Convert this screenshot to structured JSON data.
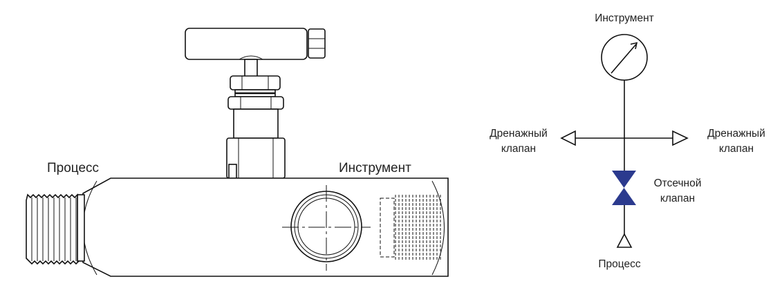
{
  "drawing": {
    "label_process": "Процесс",
    "label_instrument": "Инструмент"
  },
  "schematic": {
    "instrument": "Инструмент",
    "drain_left": [
      "Дренажный",
      "клапан"
    ],
    "drain_right": [
      "Дренажный",
      "клапан"
    ],
    "shutoff": [
      "Отсечной",
      "клапан"
    ],
    "process": "Процесс",
    "valve_color": "#2b3a8e"
  }
}
